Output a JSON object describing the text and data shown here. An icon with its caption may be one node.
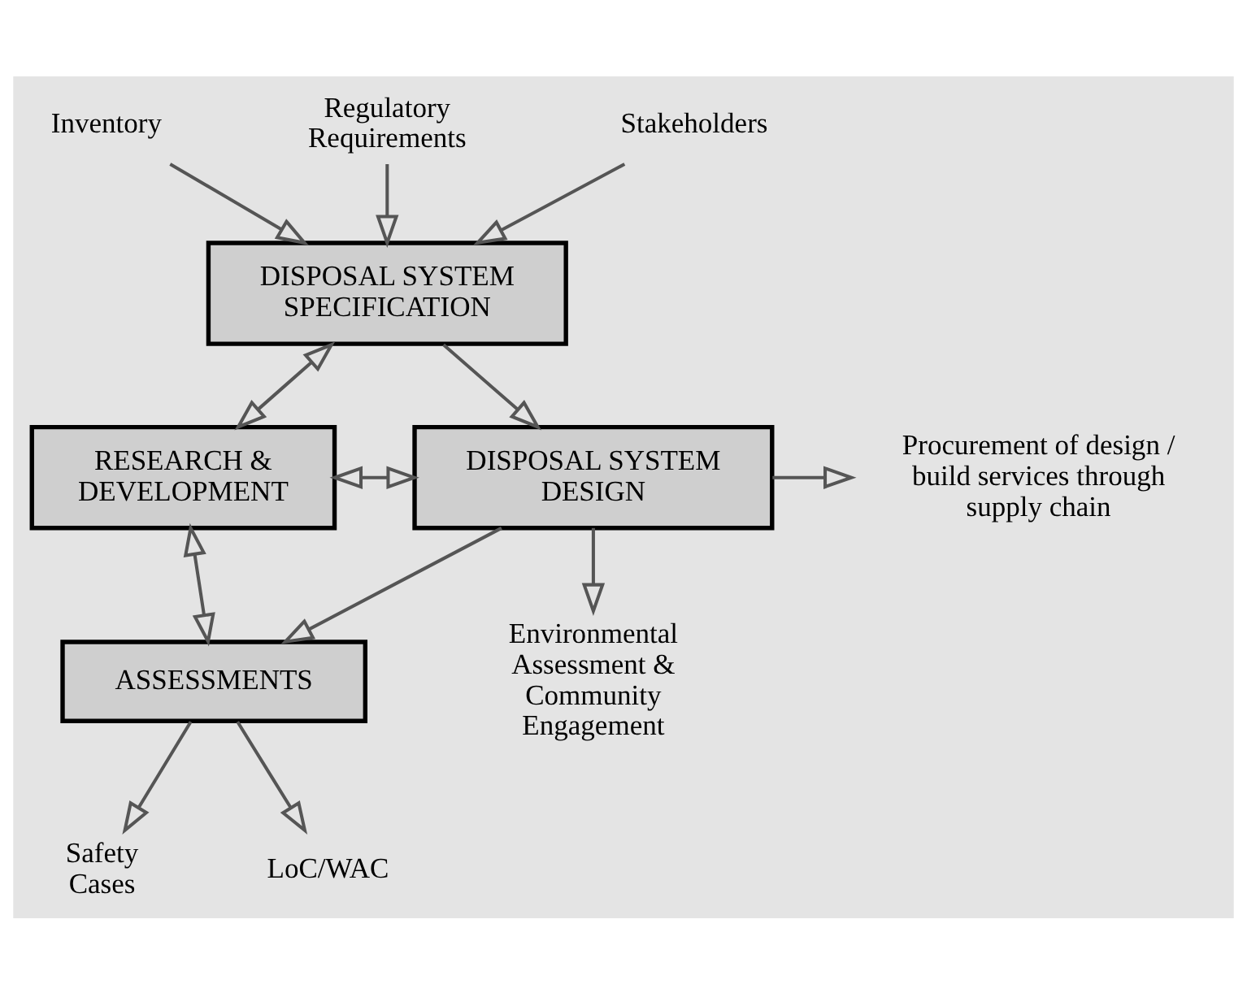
{
  "diagram": {
    "nodes": [
      {
        "text": [
          "Inventory"
        ]
      },
      {
        "text": [
          "Regulatory Requirements"
        ]
      },
      {
        "text": [
          "Stakeholders"
        ]
      },
      {
        "text": [
          "DISPOSAL SYSTEM SPECIFICATION"
        ]
      },
      {
        "text": [
          "RESEARCH & DEVELOPMENT"
        ]
      },
      {
        "text": [
          "DISPOSAL SYSTEM DESIGN"
        ]
      },
      {
        "text": [
          "Procurement of design / build services through supply chain"
        ]
      },
      {
        "text": [
          "ASSESSMENTS"
        ]
      },
      {
        "text": [
          "Environmental Assessment & Community Engagement"
        ]
      },
      {
        "text": [
          "Safety Cases"
        ]
      },
      {
        "text": [
          "LoC/WAC"
        ]
      }
    ],
    "edges": [
      {
        "from": 0,
        "to": 3,
        "arrow": "to"
      },
      {
        "from": 1,
        "to": 3,
        "arrow": "to"
      },
      {
        "from": 2,
        "to": 3,
        "arrow": "to"
      },
      {
        "from": 3,
        "to": 4,
        "arrow": "both"
      },
      {
        "from": 3,
        "to": 5,
        "arrow": "to"
      },
      {
        "from": 4,
        "to": 5,
        "arrow": "both"
      },
      {
        "from": 5,
        "to": 6,
        "arrow": "to"
      },
      {
        "from": 5,
        "to": 8,
        "arrow": "to"
      },
      {
        "from": 5,
        "to": 7,
        "arrow": "to"
      },
      {
        "from": 4,
        "to": 7,
        "arrow": "both"
      },
      {
        "from": 7,
        "to": 9,
        "arrow": "to"
      },
      {
        "from": 7,
        "to": 10,
        "arrow": "to"
      }
    ]
  }
}
